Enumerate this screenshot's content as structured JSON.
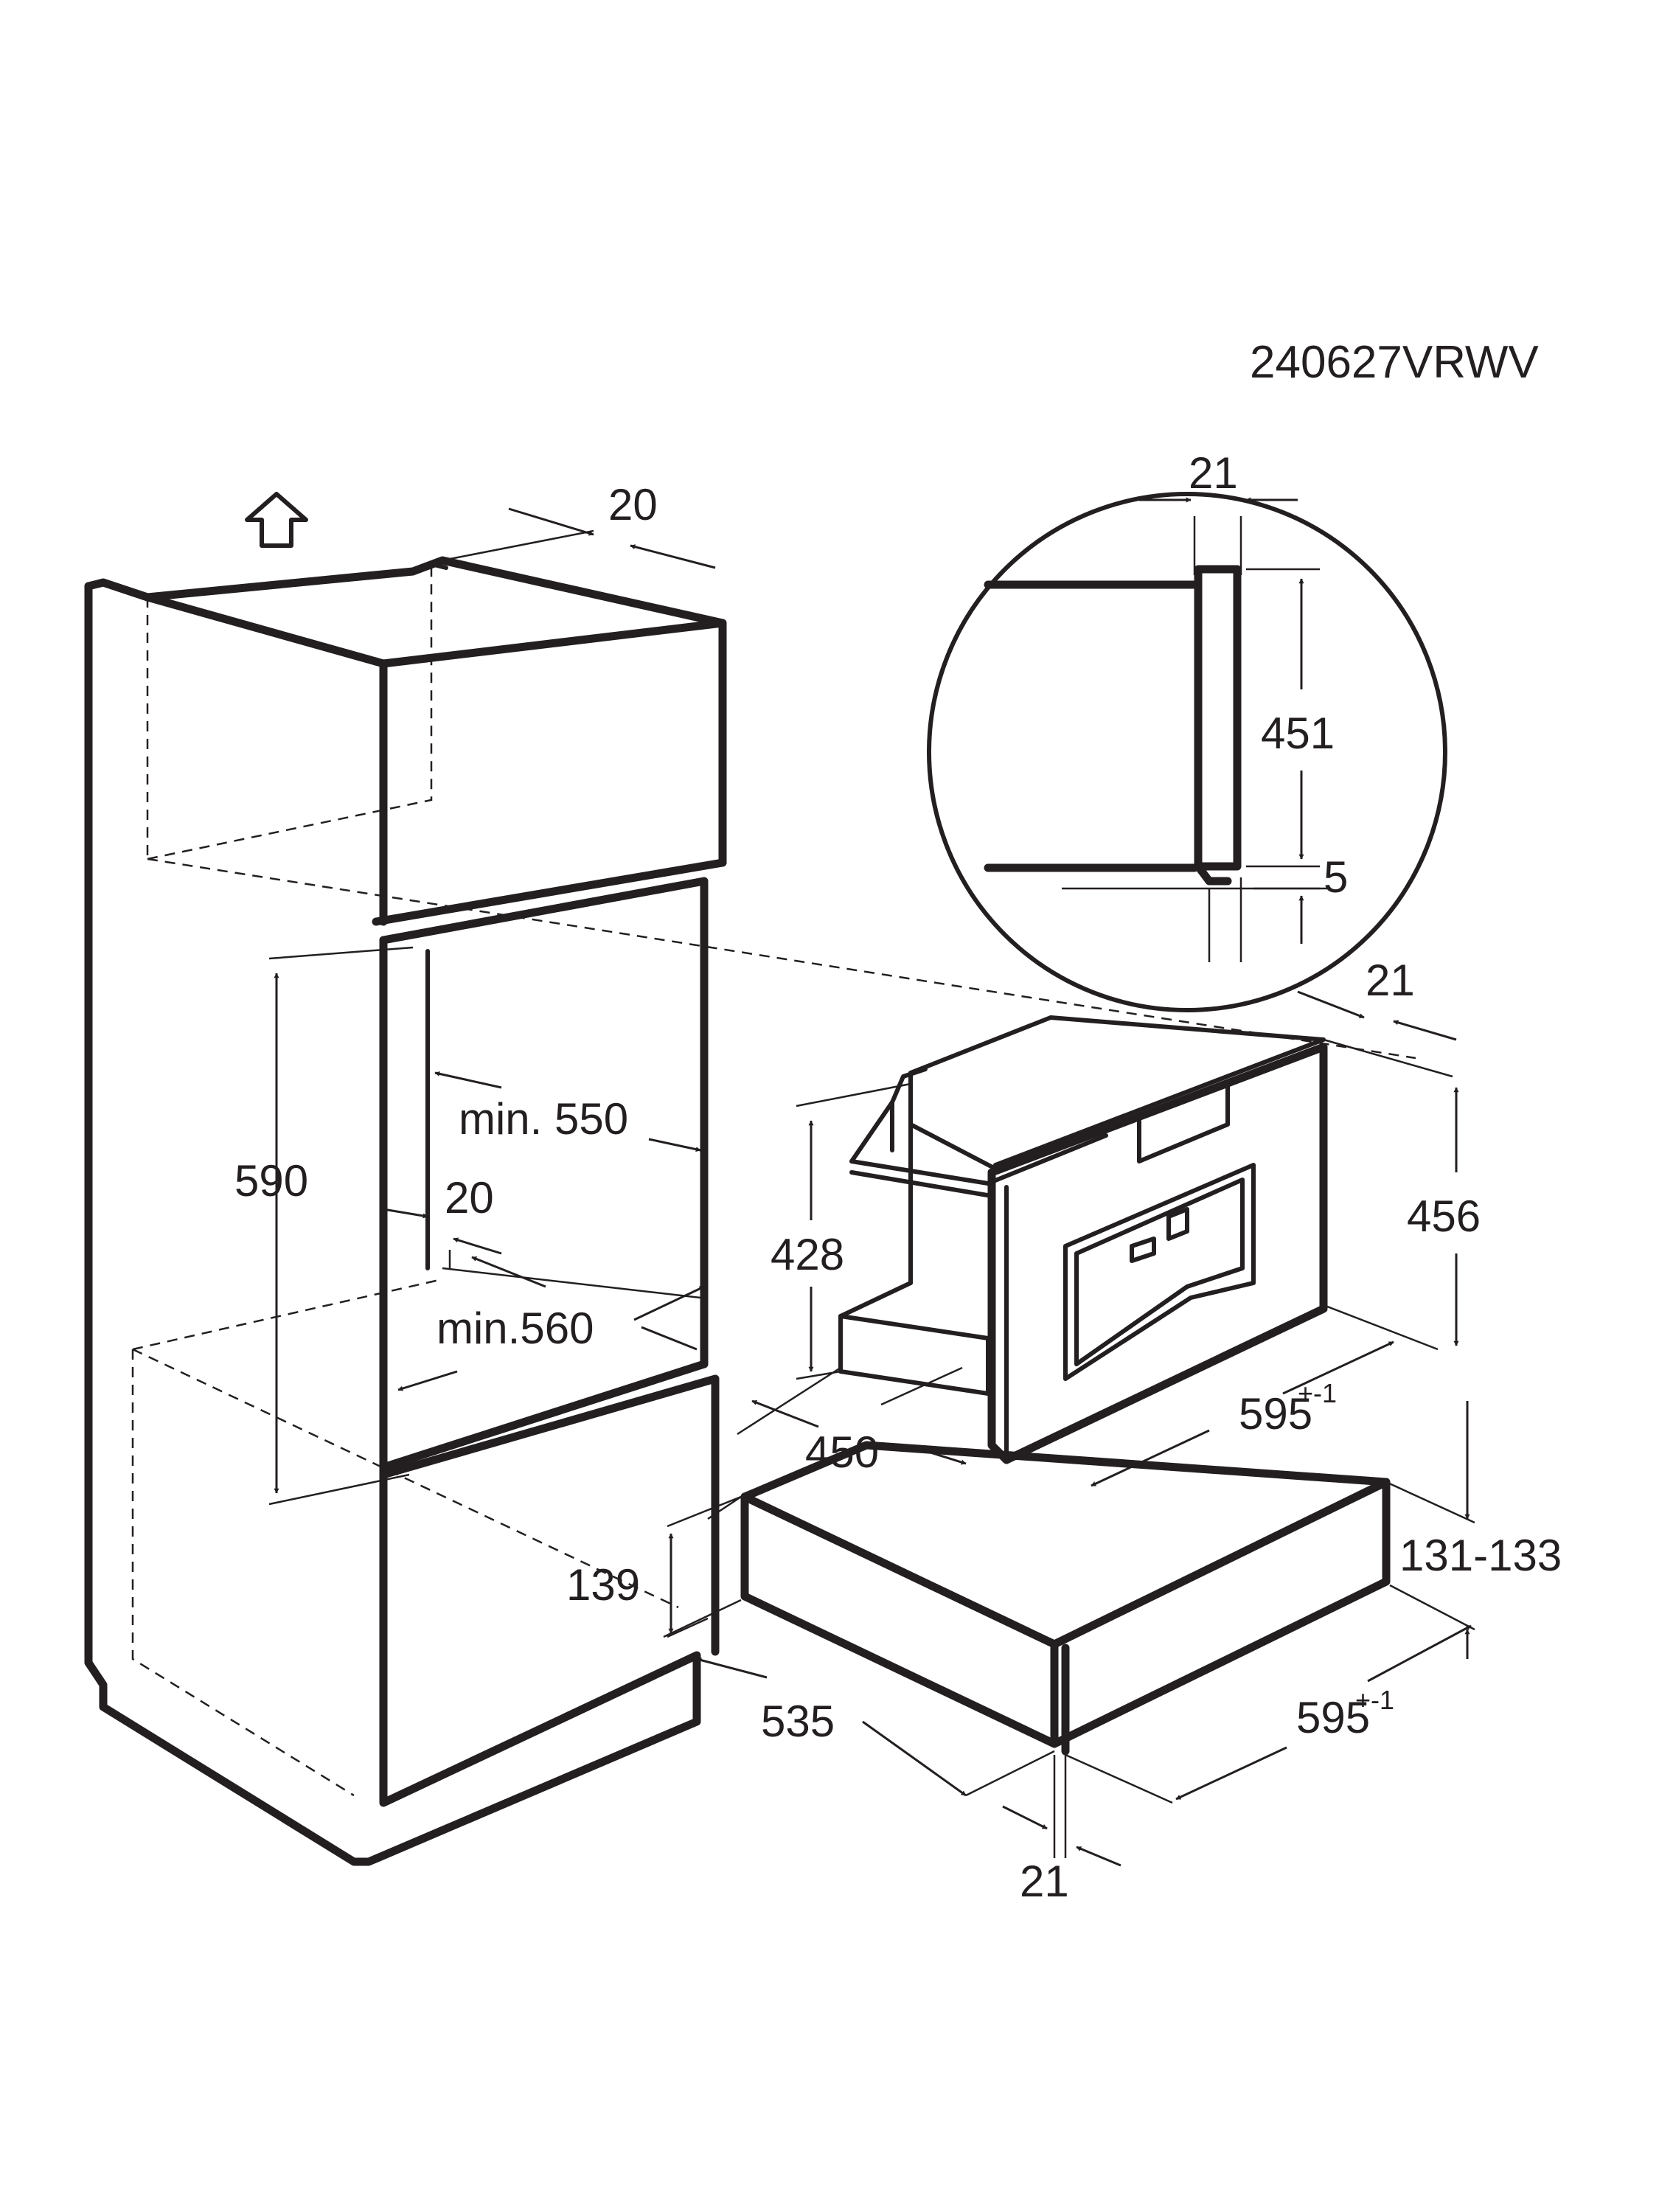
{
  "drawing_code": "240627VRWV",
  "up_arrow_icon": "up-arrow-icon",
  "dimensions": {
    "niche_top_depth": "20",
    "niche_height": "590",
    "niche_min_width": "min. 550",
    "niche_back_gap": "20",
    "niche_min_depth": "min.560",
    "drawer_niche_height": "139",
    "drawer_depth": "535",
    "drawer_front_thickness": "21",
    "drawer_width": "595",
    "drawer_width_tolerance": "+-1",
    "drawer_height": "131-133",
    "machine_depth": "450",
    "machine_width": "595",
    "machine_width_tolerance": "+-1",
    "machine_height": "428",
    "machine_front_height": "456",
    "machine_front_thickness": "21",
    "detail_thickness": "21",
    "detail_height": "451",
    "detail_gap": "5"
  }
}
